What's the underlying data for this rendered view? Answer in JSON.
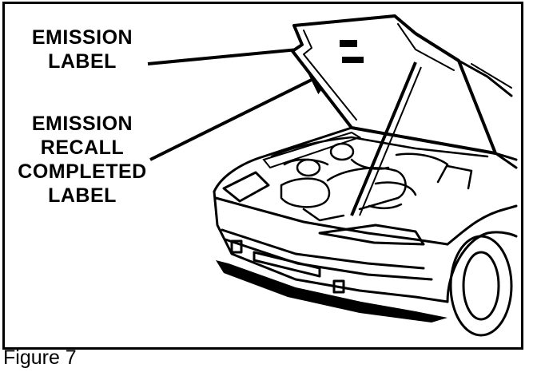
{
  "labels": {
    "emission_label": [
      "EMISSION",
      "LABEL"
    ],
    "recall_label": [
      "EMISSION",
      "RECALL",
      "COMPLETED",
      "LABEL"
    ]
  },
  "caption": "Figure 7",
  "colors": {
    "ink": "#000000",
    "paper": "#ffffff"
  },
  "icons": [
    "car-front-open-hood-illustration",
    "arrow-icon"
  ]
}
